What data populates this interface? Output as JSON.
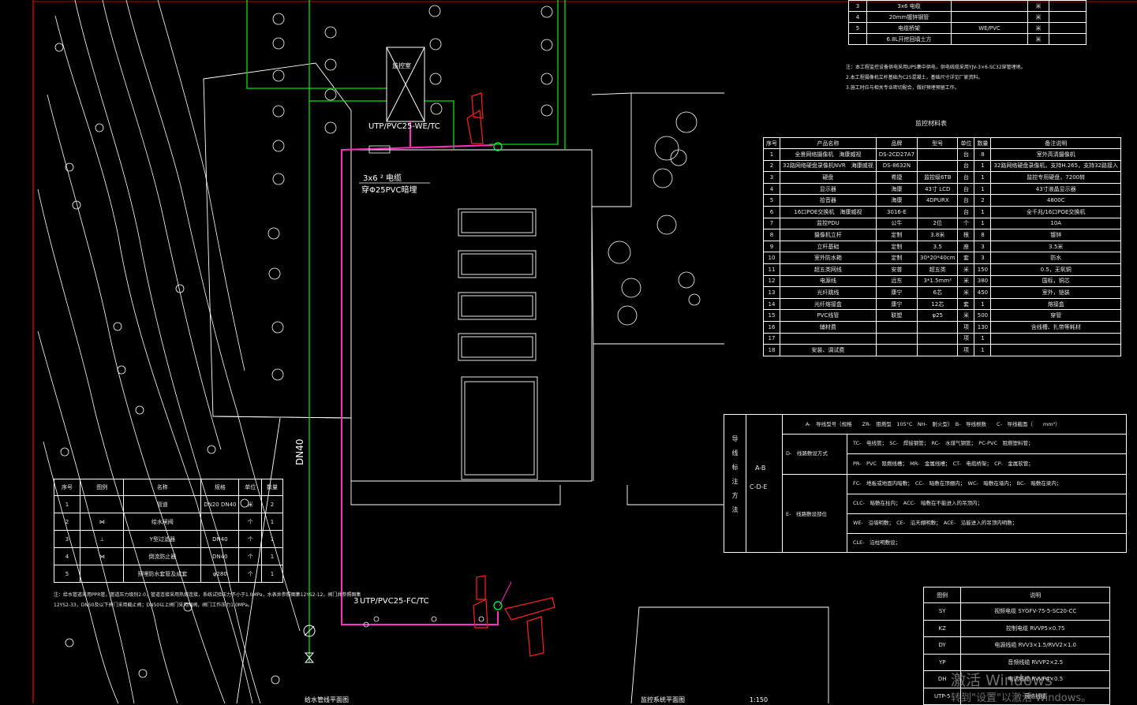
{
  "colors": {
    "background": "#000000",
    "linework": "#ffffff",
    "network_pipe": "#ff2fbf",
    "water_pipe": "#00e000",
    "equipment": "#ff2020",
    "frame": "#c00000"
  },
  "labels": {
    "monitor_room": "监控室",
    "cable_route_1": "UTP/PVC25-WE/TC",
    "cable_route_2": "UTP/PVC25-FC/TC",
    "cable_route_2_prefix": "3",
    "power_cable": "3x6 ² 电缆",
    "conduit": "穿Φ25PVC暗埋",
    "pipe_dn": "DN40",
    "bottom_left_title": "给水管线平面图",
    "bottom_mid_title": "监控系统平面图",
    "scale": "1:150"
  },
  "top_table": {
    "rows": [
      {
        "no": "3",
        "name": "3x6 电缆",
        "qty": "米"
      },
      {
        "no": "4",
        "name": "20mm镀锌钢管",
        "qty": "米"
      },
      {
        "no": "5",
        "name": "电缆桥架",
        "note": "WE/PVC",
        "qty": "米"
      },
      {
        "no": "",
        "name": "6.8L开挖回填土方",
        "qty": "米"
      }
    ],
    "notes": [
      "注：本工程监控设备供电采用UPS集中供电，供电线缆采用YJV-3×6-SC32穿管埋地。",
      "    2.本工程摄像机立杆基础为C25混凝土，基础尺寸详见厂家资料。",
      "    3.施工时应与相关专业密切配合，做好预埋预留工作。"
    ]
  },
  "material_table": {
    "title": "监控材料表",
    "headers": [
      "序号",
      "产品名称",
      "品牌",
      "型号",
      "单位",
      "数量",
      "备注说明"
    ],
    "rows": [
      [
        "1",
        "全景网络摄像机　海康威视",
        "DS-2CD27A7",
        "",
        "台",
        "8",
        "室外高清摄像机"
      ],
      [
        "2",
        "32路网络硬盘录像机NVR　海康威视",
        "DS-8632N",
        "",
        "台",
        "1",
        "32路网络硬盘录像机，支持H.265，支持32路接入"
      ],
      [
        "3",
        "硬盘",
        "希捷",
        "监控级6TB",
        "台",
        "1",
        "监控专用硬盘，7200转"
      ],
      [
        "4",
        "显示器",
        "海康",
        "43寸 LCD",
        "台",
        "1",
        "43寸液晶显示器"
      ],
      [
        "5",
        "拾音器",
        "海康",
        "4DPURX",
        "台",
        "2",
        "4800C"
      ],
      [
        "6",
        "16口POE交换机　海康威视",
        "3016-E",
        "",
        "台",
        "1",
        "全千兆/16口POE交换机"
      ],
      [
        "7",
        "监控PDU",
        "公牛",
        "2位",
        "个",
        "1",
        "10A"
      ],
      [
        "8",
        "摄像机立杆",
        "定制",
        "3.8米",
        "根",
        "8",
        "镀锌"
      ],
      [
        "9",
        "立杆基础",
        "定制",
        "3.5",
        "座",
        "3",
        "3.5米"
      ],
      [
        "10",
        "室外防水箱",
        "定制",
        "30*20*40cm",
        "套",
        "3",
        "防水"
      ],
      [
        "11",
        "超五类网线",
        "安普",
        "超五类",
        "米",
        "150",
        "0.5，无氧铜"
      ],
      [
        "12",
        "电源线",
        "远东",
        "3*1.5mm²",
        "米",
        "380",
        "国标，铜芯"
      ],
      [
        "13",
        "光纤跳线",
        "康宁",
        "6芯",
        "米",
        "450",
        "室外，铠装"
      ],
      [
        "14",
        "光纤熔接盒",
        "康宁",
        "12芯",
        "套",
        "1",
        "熔接盒"
      ],
      [
        "15",
        "PVC线管",
        "联塑",
        "φ25",
        "米",
        "500",
        "穿管"
      ],
      [
        "16",
        "辅材费",
        "",
        "",
        "项",
        "130",
        "含线槽、扎带等耗材"
      ],
      [
        "17",
        "",
        "",
        "",
        "项",
        "1",
        ""
      ],
      [
        "18",
        "安装、调试费",
        "",
        "",
        "项",
        "1",
        ""
      ]
    ]
  },
  "legend_conduit": {
    "left_label_vertical": "导线标注方法",
    "ab": "A-B",
    "cde": "C-D-E",
    "row1": "A-　导线型号（规格　　ZR-　阻燃型　105°C　NH-　耐火型）　B-　导线根数　　C-　导线截面（　　mm²）",
    "d_label": "D-　线路敷设方式",
    "d_items": [
      "TC-　电线管；　SC-　焊接钢管；　RC-　水煤气钢管；　PC-PVC　阻燃塑料管；",
      "PR-　PVC　阻燃线槽；　MR-　金属线槽；　CT-　电缆桥架；　CP-　金属软管；"
    ],
    "e_label": "E-　线路敷设部位",
    "e_items": [
      "FC-　地板或地面内暗敷；　CC-　暗敷在顶棚内；　WC-　暗敷在墙内；　BC-　暗敷在梁内；",
      "CLC-　暗敷在柱内；　ACC-　暗敷在不能进入的吊顶内；",
      "WE-　沿墙明敷；　CE-　沿天棚明敷；　ACE-　沿能进入的吊顶内明敷；",
      "CLE-　沿柱明敷设；"
    ]
  },
  "valve_table": {
    "headers": [
      "序号",
      "图例",
      "名称",
      "规格",
      "单位",
      "数量"
    ],
    "rows": [
      [
        "1",
        "",
        "管道",
        "DN20 DN40",
        "米",
        "2"
      ],
      [
        "2",
        "⋈",
        "给水闸阀",
        "",
        "个",
        "1"
      ],
      [
        "3",
        "⊥",
        "Y型过滤器",
        "DN40",
        "个",
        "1"
      ],
      [
        "4",
        "⋈",
        "倒流防止器",
        "DN40",
        "个",
        "1"
      ],
      [
        "5",
        "",
        "预埋防水套管及成套",
        "φ280",
        "个",
        "1"
      ]
    ],
    "note_lines": [
      "注：给水管道采用PPR管，管道压力级别2.0，管道连接采用热熔连接，系统试验压力不小于1.0MPa，水表井参照图集12YS2-12，阀门井参照图集",
      "12YS2-33，DN50及以下阀门采用截止阀；DN50以上阀门采用闸阀，阀门工作压力1.0MPa。"
    ]
  },
  "cable_legend": {
    "headers": [
      "图例",
      "说明"
    ],
    "rows": [
      [
        "SY",
        "视频电缆 SYGFV-75-5-SC20-CC"
      ],
      [
        "KZ",
        "控制电缆 RVVP5×0.75"
      ],
      [
        "DY",
        "电源线缆 RVV3×1.5/RVV2×1.0"
      ],
      [
        "YP",
        "音频线缆 RVVP2×2.5"
      ],
      [
        "DH",
        "电话线缆 RVVP4×0.5"
      ],
      [
        "UTP-5",
        "网络线缆"
      ]
    ]
  },
  "watermark": {
    "line1": "激活 Windows",
    "line2": "转到\"设置\"以激活 Windows。"
  }
}
